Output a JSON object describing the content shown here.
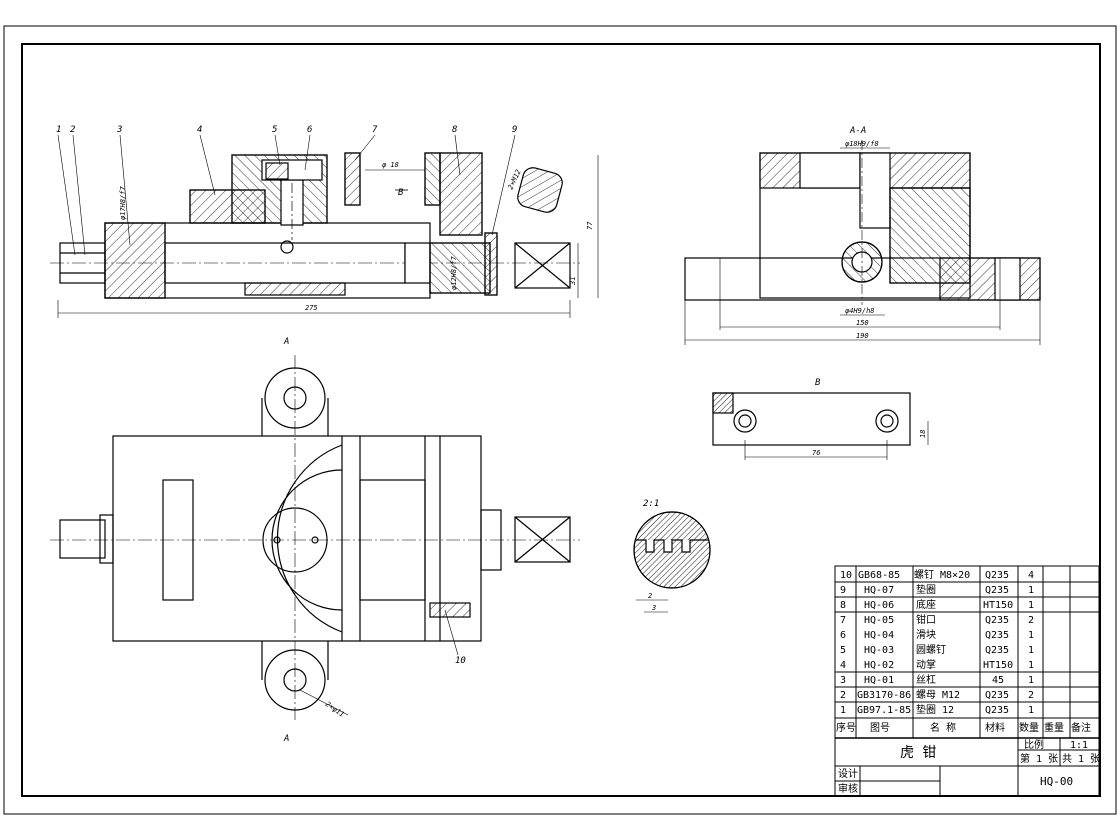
{
  "drawing": {
    "section_label": "A-A",
    "view_b_label": "B",
    "detail_label": "2:1",
    "view_a_top": "A",
    "view_a_bottom": "A",
    "arrow_b": "B",
    "balloons": [
      "1",
      "2",
      "3",
      "4",
      "5",
      "6",
      "7",
      "8",
      "9",
      "10"
    ],
    "dims": {
      "overall_length": "275",
      "height_77": "77",
      "height_31": "31",
      "dim_190": "190",
      "dim_150": "150",
      "dim_76": "76",
      "dim_18": "18",
      "dim_2": "2",
      "dim_3": "3",
      "gap_18": "φ 18",
      "fit_left": "φ17H8/f7",
      "fit_right": "φ12H8/f7",
      "fit_section_top": "φ18H9/f8",
      "fit_section_bottom": "φ4H9/h8",
      "side_2x": "2×φ11",
      "thread": "2×M12"
    }
  },
  "parts_list": {
    "rows": [
      {
        "no": "10",
        "code": "GB68-85",
        "name": "螺钉 M8×20",
        "material": "Q235",
        "qty": "4"
      },
      {
        "no": "9",
        "code": "HQ-07",
        "name": "垫圈",
        "material": "Q235",
        "qty": "1"
      },
      {
        "no": "8",
        "code": "HQ-06",
        "name": "底座",
        "material": "HT150",
        "qty": "1"
      },
      {
        "no": "7",
        "code": "HQ-05",
        "name": "钳口",
        "material": "Q235",
        "qty": "2"
      },
      {
        "no": "6",
        "code": "HQ-04",
        "name": "滑块",
        "material": "Q235",
        "qty": "1"
      },
      {
        "no": "5",
        "code": "HQ-03",
        "name": "圆螺钉",
        "material": "Q235",
        "qty": "1"
      },
      {
        "no": "4",
        "code": "HQ-02",
        "name": "动掌",
        "material": "HT150",
        "qty": "1"
      },
      {
        "no": "3",
        "code": "HQ-01",
        "name": "丝杠",
        "material": "45",
        "qty": "1"
      },
      {
        "no": "2",
        "code": "GB3170-86",
        "name": "螺母 M12",
        "material": "Q235",
        "qty": "2"
      },
      {
        "no": "1",
        "code": "GB97.1-85",
        "name": "垫圈 12",
        "material": "Q235",
        "qty": "1"
      }
    ],
    "headers": {
      "no": "序号",
      "code": "图号",
      "name": "名 称",
      "material": "材料",
      "qty": "数量",
      "weight": "重量",
      "remark": "备注"
    }
  },
  "title_block": {
    "title": "虎    钳",
    "scale_label": "比例",
    "scale_value": "1:1",
    "sheet": "第 1 张",
    "total": "共 1 张",
    "design": "设计",
    "review": "审核",
    "drawing_no": "HQ-00"
  }
}
